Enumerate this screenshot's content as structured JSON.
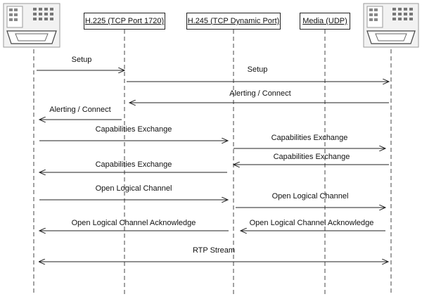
{
  "lanes": {
    "h225": "H.225 (TCP Port 1720)",
    "h245": "H.245 (TCP Dynamic Port)",
    "media": "Media (UDP)"
  },
  "endpoints": {
    "left_icon": "telephone-terminal-icon",
    "right_icon": "telephone-terminal-icon"
  },
  "messages": [
    {
      "label": "Setup",
      "from": "A",
      "to": "H225",
      "dir": "right"
    },
    {
      "label": "Setup",
      "from": "H225",
      "to": "B",
      "dir": "right"
    },
    {
      "label": "Alerting / Connect",
      "from": "B",
      "to": "H225",
      "dir": "left"
    },
    {
      "label": "Alerting / Connect",
      "from": "H225",
      "to": "A",
      "dir": "left"
    },
    {
      "label": "Capabilities Exchange",
      "from": "A",
      "to": "H245",
      "dir": "right"
    },
    {
      "label": "Capabilities Exchange",
      "from": "H245",
      "to": "B",
      "dir": "right"
    },
    {
      "label": "Capabilities Exchange",
      "from": "B",
      "to": "H245",
      "dir": "left"
    },
    {
      "label": "Capabilities Exchange",
      "from": "H245",
      "to": "A",
      "dir": "left"
    },
    {
      "label": "Open Logical Channel",
      "from": "A",
      "to": "H245",
      "dir": "right"
    },
    {
      "label": "Open Logical Channel",
      "from": "H245",
      "to": "B",
      "dir": "right"
    },
    {
      "label": "Open Logical Channel Acknowledge",
      "from": "B",
      "to": "H245",
      "dir": "left"
    },
    {
      "label": "Open Logical Channel Acknowledge",
      "from": "H245",
      "to": "A",
      "dir": "left"
    },
    {
      "label": "RTP Stream",
      "from": "A",
      "to": "B",
      "dir": "both"
    }
  ]
}
